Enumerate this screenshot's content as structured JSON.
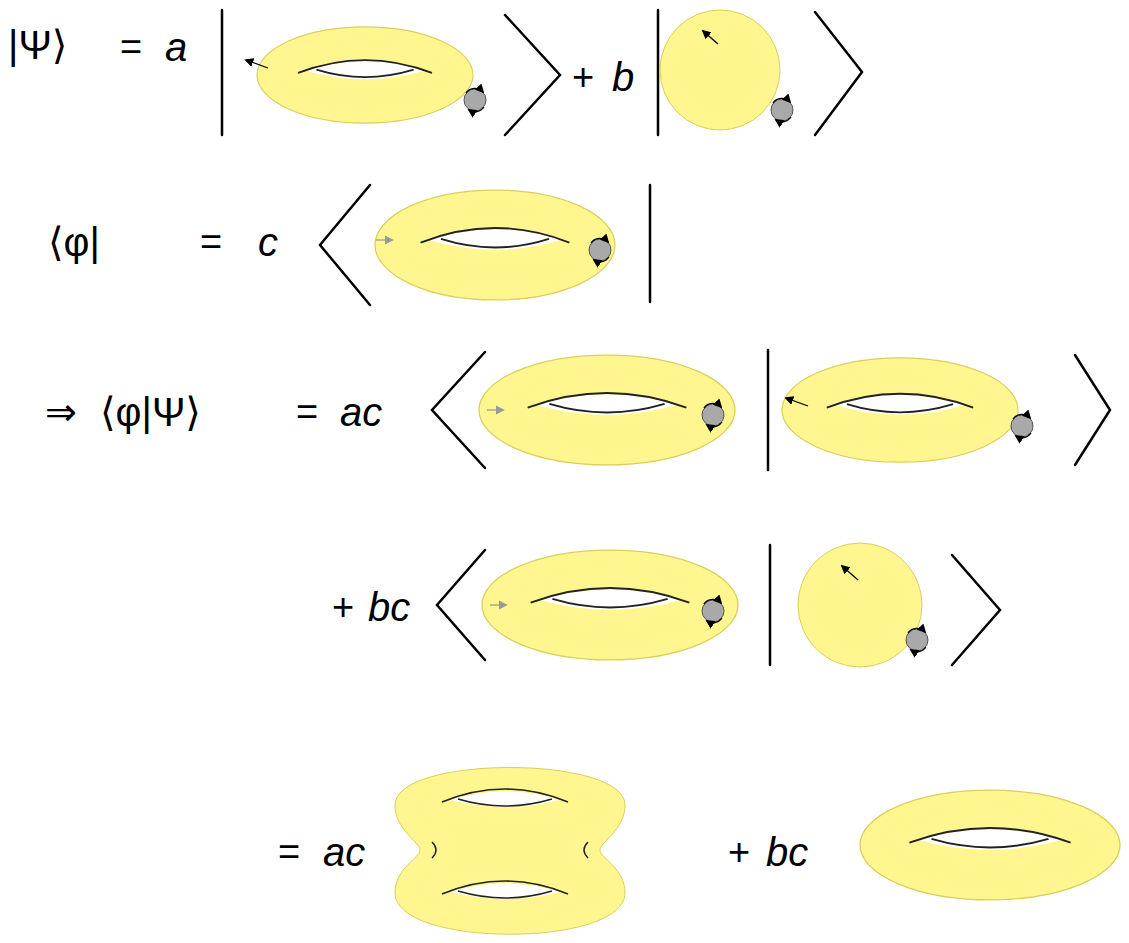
{
  "diagram": {
    "labels": [
      "|Ψ⟩",
      "=",
      "a",
      "+",
      "b",
      "⟨φ|",
      "=",
      "c",
      "⇒",
      "⟨φ|Ψ⟩",
      "=",
      "ac",
      "+",
      "bc",
      "=",
      "ac",
      "+",
      "bc"
    ]
  }
}
